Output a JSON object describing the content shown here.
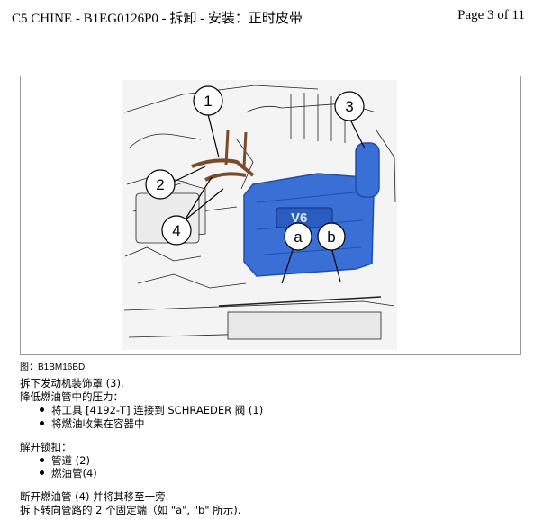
{
  "header": {
    "title": "C5 CHINE - B1EG0126P0 - 拆卸 - 安装：正时皮带",
    "page": "Page 3 of 11"
  },
  "figure": {
    "callouts": [
      "1",
      "2",
      "3",
      "4",
      "a",
      "b"
    ],
    "engine_badge": "V6",
    "colors": {
      "cover": "#3a6fd6",
      "cover_dark": "#1f4fae",
      "hose": "#7a4a2a",
      "line": "#222222"
    }
  },
  "caption": "图：B1BM16BD",
  "content": {
    "line1": "拆下发动机装饰罩 (3).",
    "line2": "降低燃油管中的压力：",
    "bullets1": [
      "将工具 [4192-T] 连接到 SCHRAEDER 阀 (1)",
      "将燃油收集在容器中"
    ],
    "line3": "解开锁扣：",
    "bullets2": [
      "管道 (2)",
      "燃油管(4)"
    ],
    "line4": "断开燃油管 (4) 并将其移至一旁.",
    "line5": "拆下转向管路的 2 个固定端（如 \"a\", \"b\" 所示)."
  }
}
